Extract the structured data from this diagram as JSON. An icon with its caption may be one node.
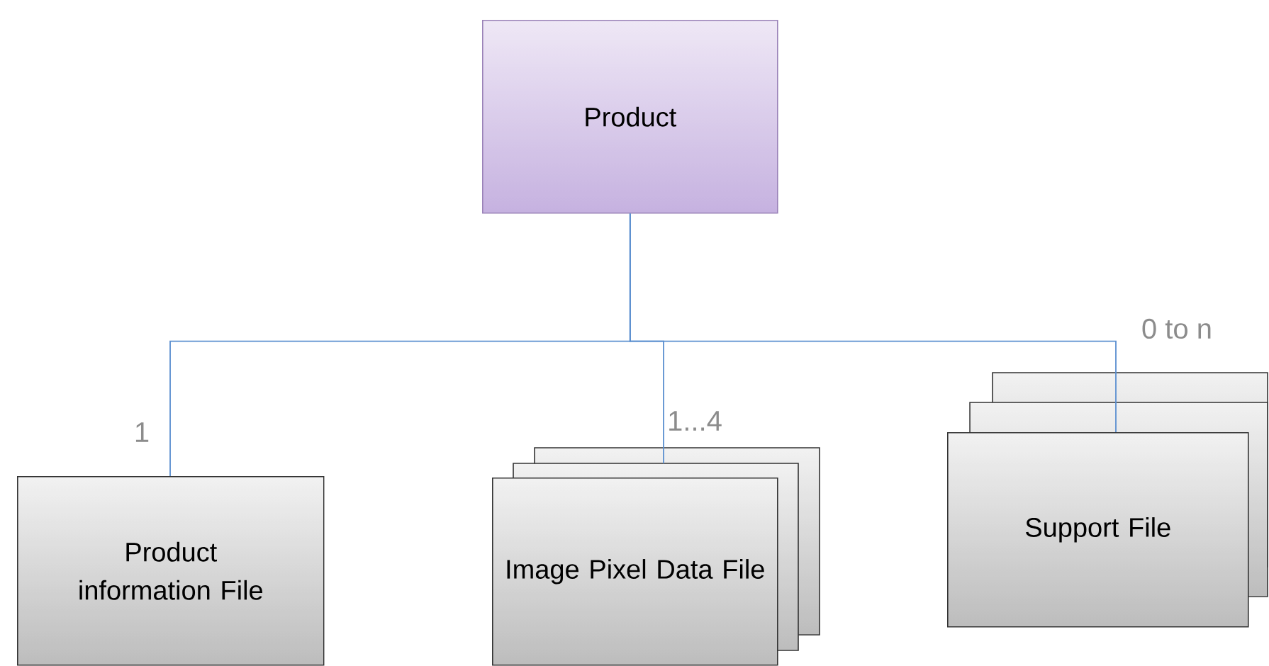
{
  "diagram": {
    "nodes": [
      {
        "text": [
          "Product"
        ]
      },
      {
        "text": [
          "Product information File"
        ]
      },
      {
        "text": [
          "Image Pixel Data File"
        ]
      },
      {
        "text": [
          "Support File"
        ]
      }
    ],
    "edges": [
      {
        "from": 0,
        "to": 1,
        "arrow": "none",
        "label": "1"
      },
      {
        "from": 0,
        "to": 2,
        "arrow": "none",
        "label": "1...4"
      },
      {
        "from": 0,
        "to": 3,
        "arrow": "none",
        "label": "0 to n"
      }
    ]
  }
}
